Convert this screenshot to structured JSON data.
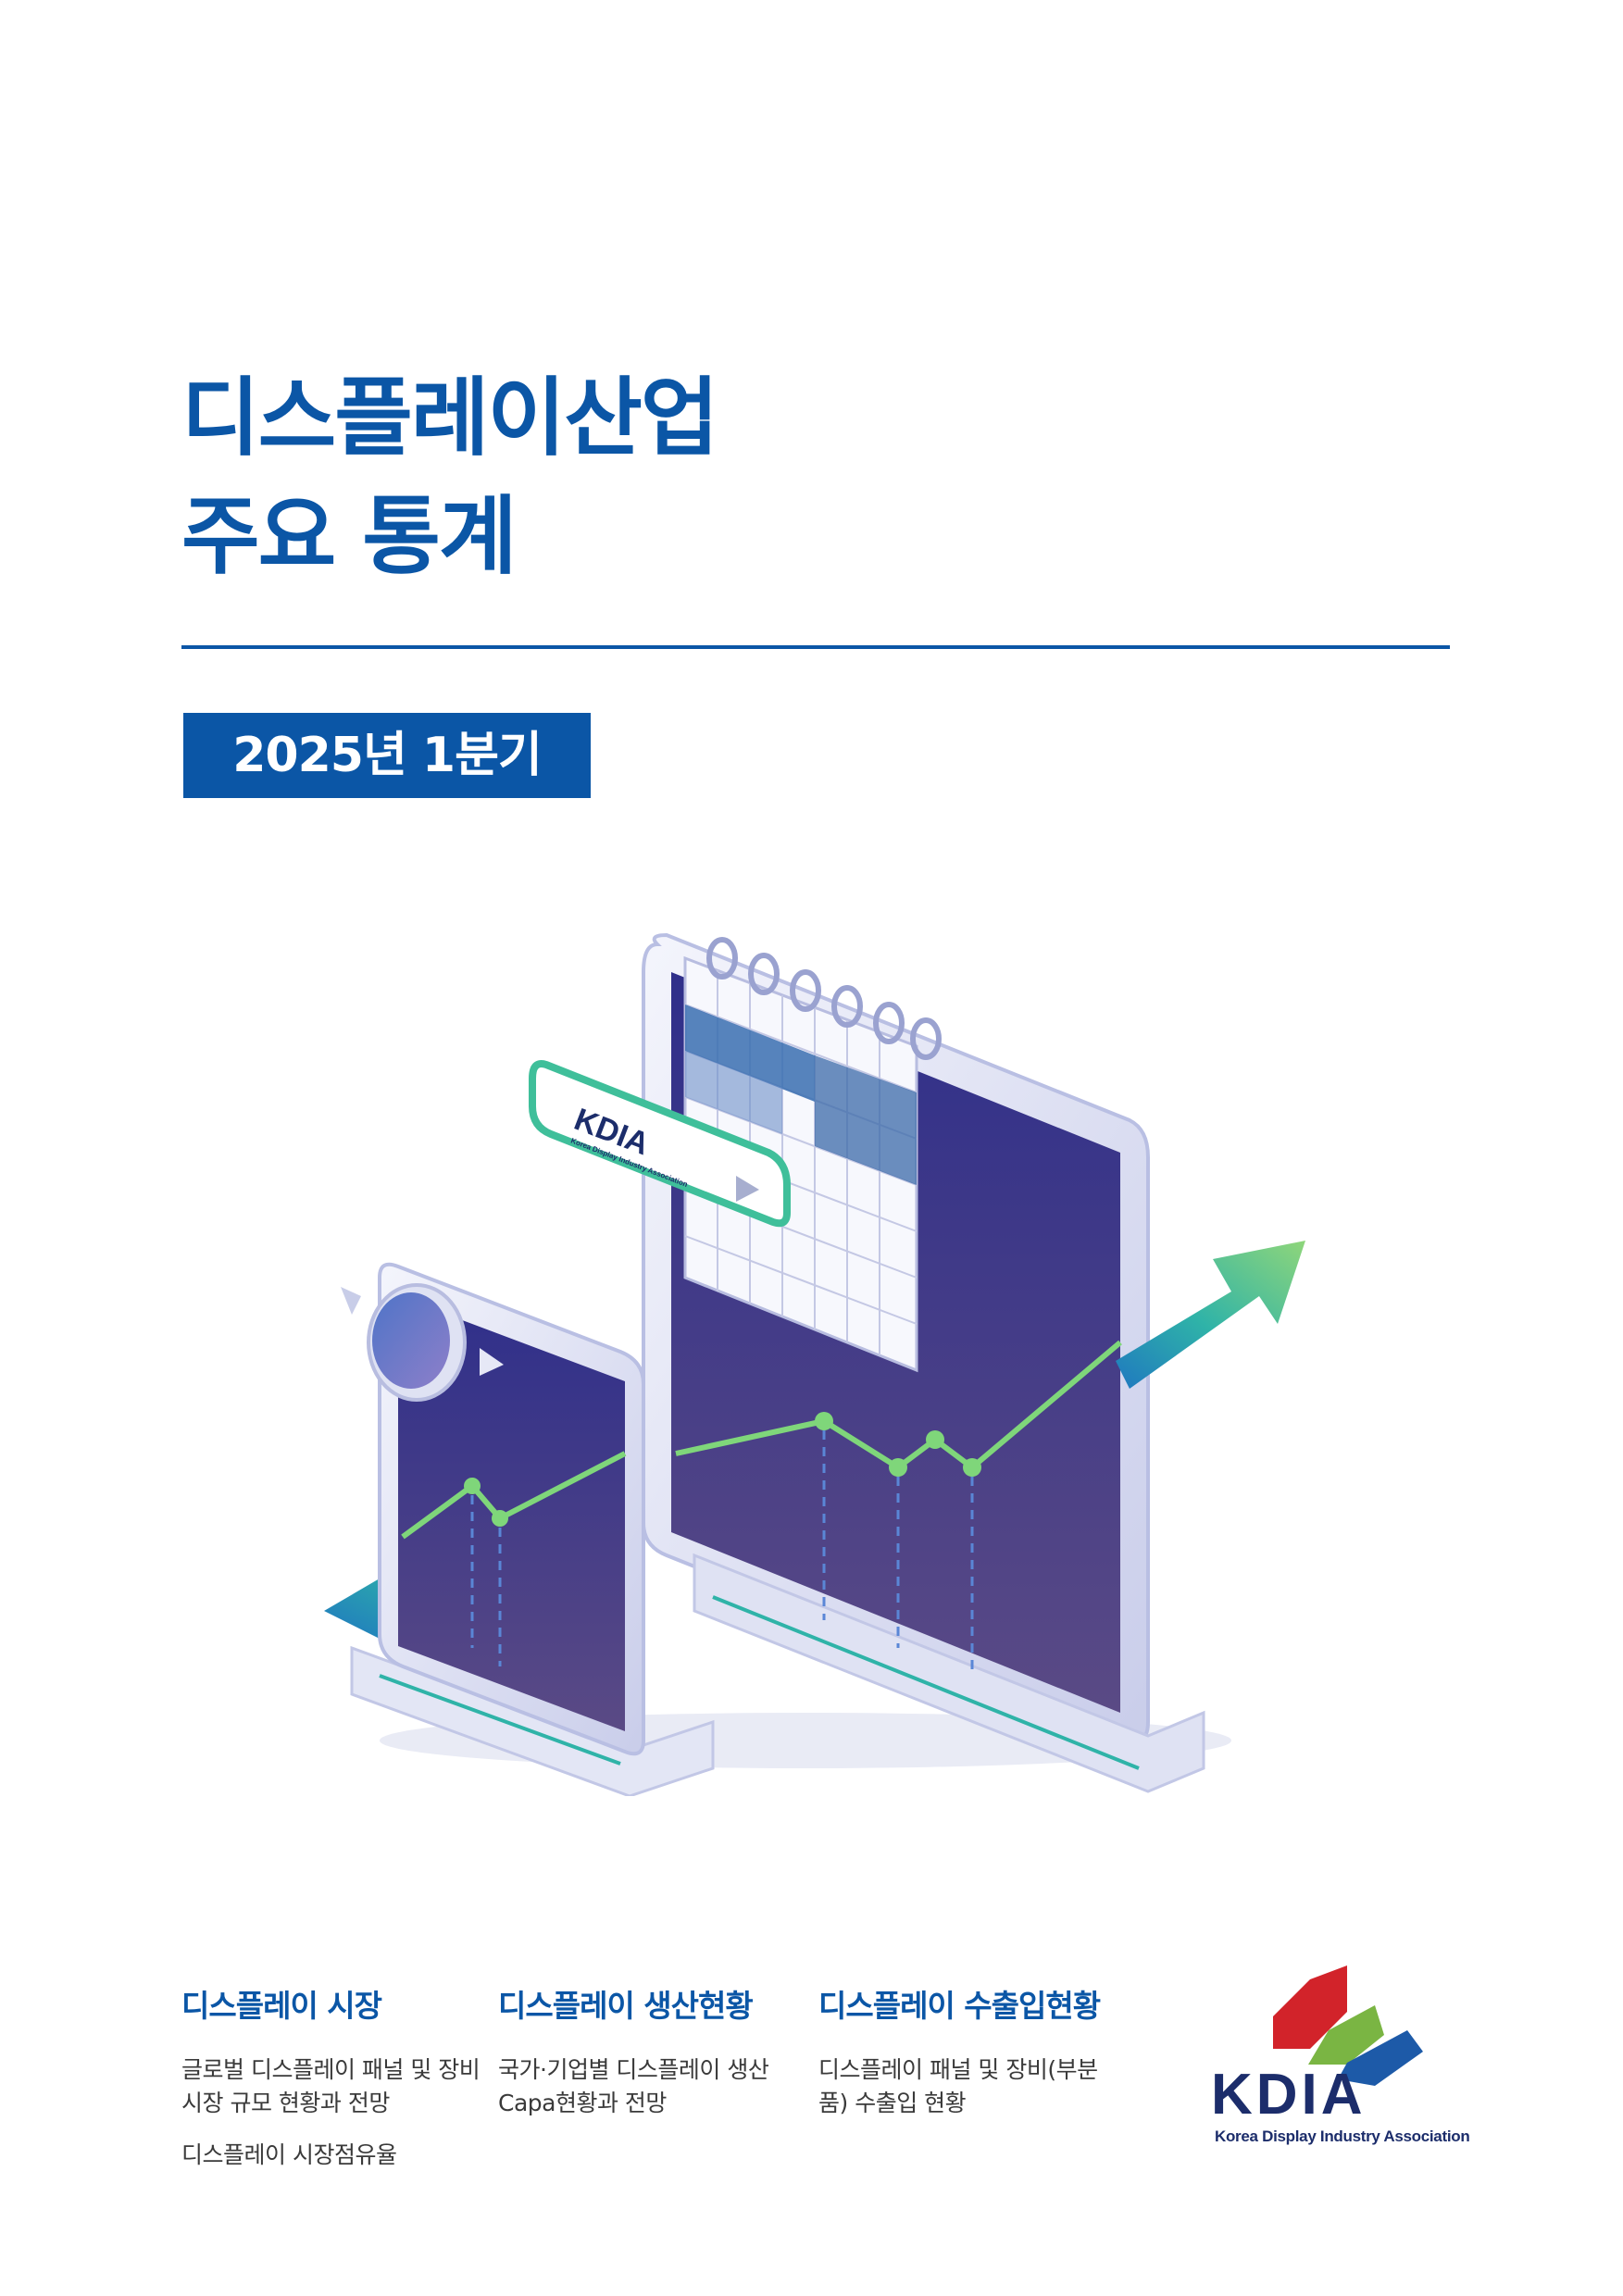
{
  "title": {
    "line1": "디스플레이산업",
    "line2": "주요 통계"
  },
  "period": "2025년 1분기",
  "illustration": {
    "card_logo": "KDIA",
    "card_logo_sub": "Korea Display Industry Association",
    "colors": {
      "screen": "#3b3b8e",
      "frame": "#e6e8f6",
      "arrow_green": "#5fc78a",
      "arrow_teal": "#2a9fb0",
      "calendar_blue": "#3a6fb0"
    }
  },
  "sections": [
    {
      "heading": "디스플레이 시장",
      "items": [
        "글로벌 디스플레이 패널 및 장비 시장 규모 현황과 전망",
        "디스플레이 시장점유율"
      ]
    },
    {
      "heading": "디스플레이 생산현황",
      "items": [
        "국가·기업별 디스플레이 생산 Capa현황과 전망"
      ]
    },
    {
      "heading": "디스플레이 수출입현황",
      "items": [
        "디스플레이 패널 및 장비(부분품) 수출입 현황"
      ]
    }
  ],
  "logo": {
    "text": "KDIA",
    "subtitle": "Korea Display Industry Association",
    "colors": {
      "red": "#d2232a",
      "green": "#7ab543",
      "blue": "#1d5aa8",
      "navy": "#1c2d6b"
    }
  },
  "brand_color": "#0b56a6"
}
